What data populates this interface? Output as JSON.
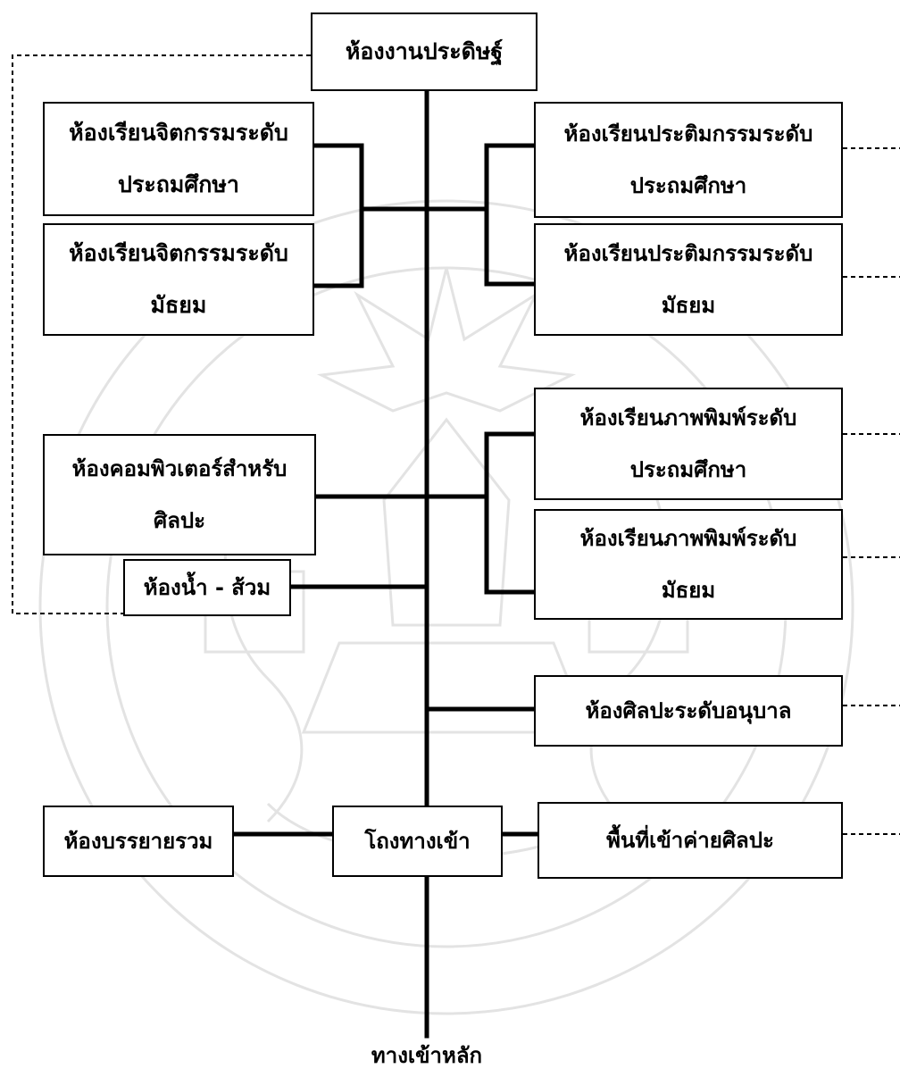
{
  "diagram": {
    "nodes": {
      "workshop": "ห้องงานประดิษฐ์",
      "drawing_primary": "ห้องเรียนจิตกรรมระดับ\nประถมศึกษา",
      "drawing_secondary": "ห้องเรียนจิตกรรมระดับ\nมัธยม",
      "sculpture_primary": "ห้องเรียนประติมกรรมระดับ\nประถมศึกษา",
      "sculpture_secondary": "ห้องเรียนประติมกรรมระดับ\nมัธยม",
      "computer_art": "ห้องคอมพิวเตอร์สำหรับ\nศิลปะ",
      "restroom": "ห้องน้ำ - ส้วม",
      "printmaking_primary": "ห้องเรียนภาพพิมพ์ระดับ\nประถมศึกษา",
      "printmaking_secondary": "ห้องเรียนภาพพิมพ์ระดับ\nมัธยม",
      "kindergarten_art": "ห้องศิลปะระดับอนุบาล",
      "lecture_hall": "ห้องบรรยายรวม",
      "entrance_hall": "โถงทางเข้า",
      "art_camp": "พื้นที่เข้าค่ายศิลปะ"
    },
    "main_entrance_label": "ทางเข้าหลัก"
  }
}
